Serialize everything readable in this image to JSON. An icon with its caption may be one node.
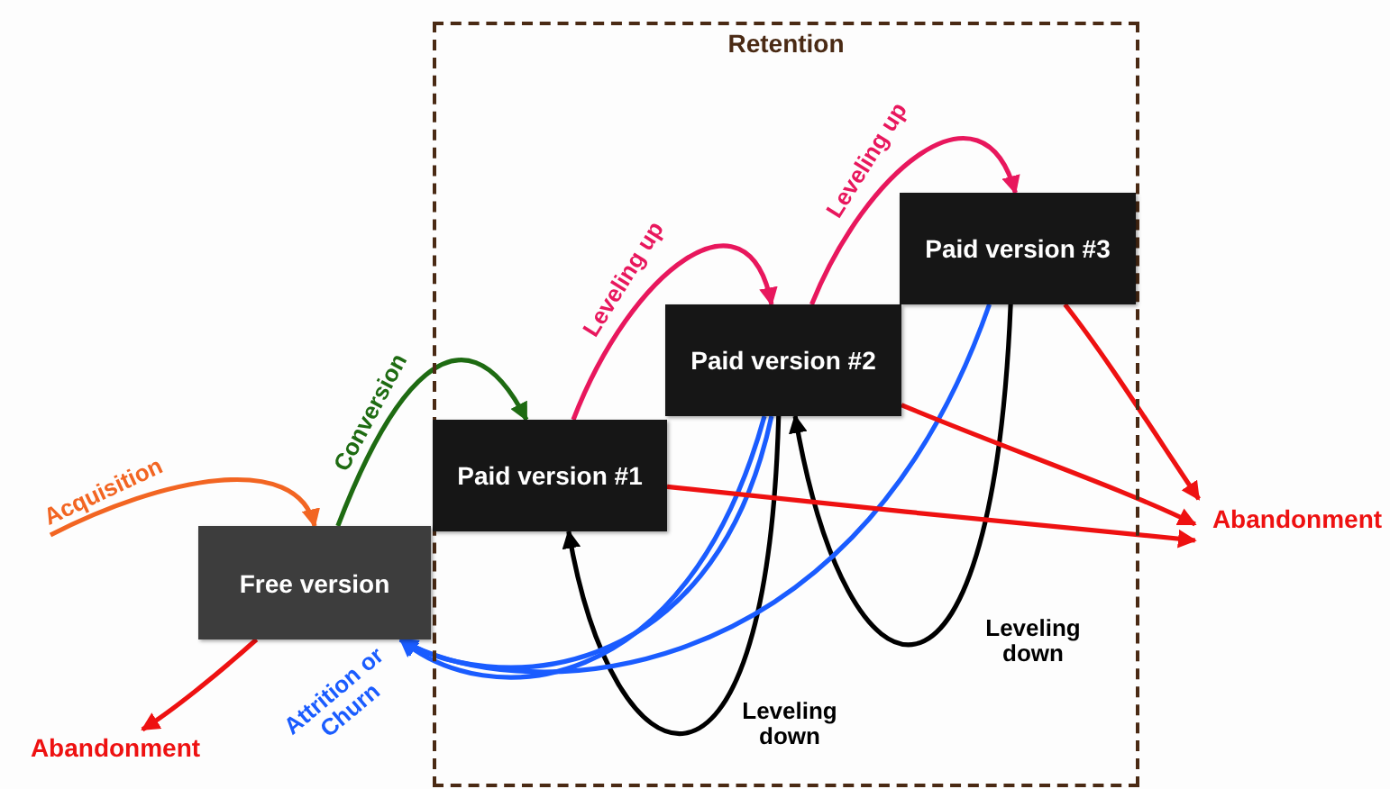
{
  "diagram": {
    "nodes": [
      {
        "text": [
          "Retention"
        ]
      },
      {
        "text": [
          "Free version"
        ]
      },
      {
        "text": [
          "Paid version #1"
        ],
        "in": 0
      },
      {
        "text": [
          "Paid version #2"
        ],
        "in": 0
      },
      {
        "text": [
          "Paid version #3"
        ],
        "in": 0
      },
      {
        "text": [
          "Abandonment"
        ]
      },
      {
        "text": [
          "Abandonment"
        ]
      }
    ],
    "edges": [
      {
        "from": null,
        "to": 1,
        "arrow": "to",
        "label": "Acquisition",
        "color": "#f26522"
      },
      {
        "from": 1,
        "to": 2,
        "arrow": "to",
        "label": "Conversion",
        "color": "#1e6b12"
      },
      {
        "from": 2,
        "to": 3,
        "arrow": "to",
        "label": "Leveling up",
        "color": "#e8175d"
      },
      {
        "from": 3,
        "to": 4,
        "arrow": "to",
        "label": "Leveling up",
        "color": "#e8175d"
      },
      {
        "from": 3,
        "to": 2,
        "arrow": "to",
        "label": "Leveling down",
        "color": "#000000"
      },
      {
        "from": 4,
        "to": 3,
        "arrow": "to",
        "label": "Leveling down",
        "color": "#000000"
      },
      {
        "from": 3,
        "to": 1,
        "arrow": "to",
        "color": "#1a5cff"
      },
      {
        "from": 3,
        "to": 1,
        "arrow": "to",
        "color": "#1a5cff"
      },
      {
        "from": 4,
        "to": 1,
        "arrow": "to",
        "label": "Attrition or Churn",
        "color": "#1a5cff"
      },
      {
        "from": 1,
        "to": 5,
        "arrow": "to"
      },
      {
        "from": 2,
        "to": 6,
        "arrow": "to"
      },
      {
        "from": 3,
        "to": 6,
        "arrow": "to"
      },
      {
        "from": 4,
        "to": 6,
        "arrow": "to"
      }
    ]
  }
}
